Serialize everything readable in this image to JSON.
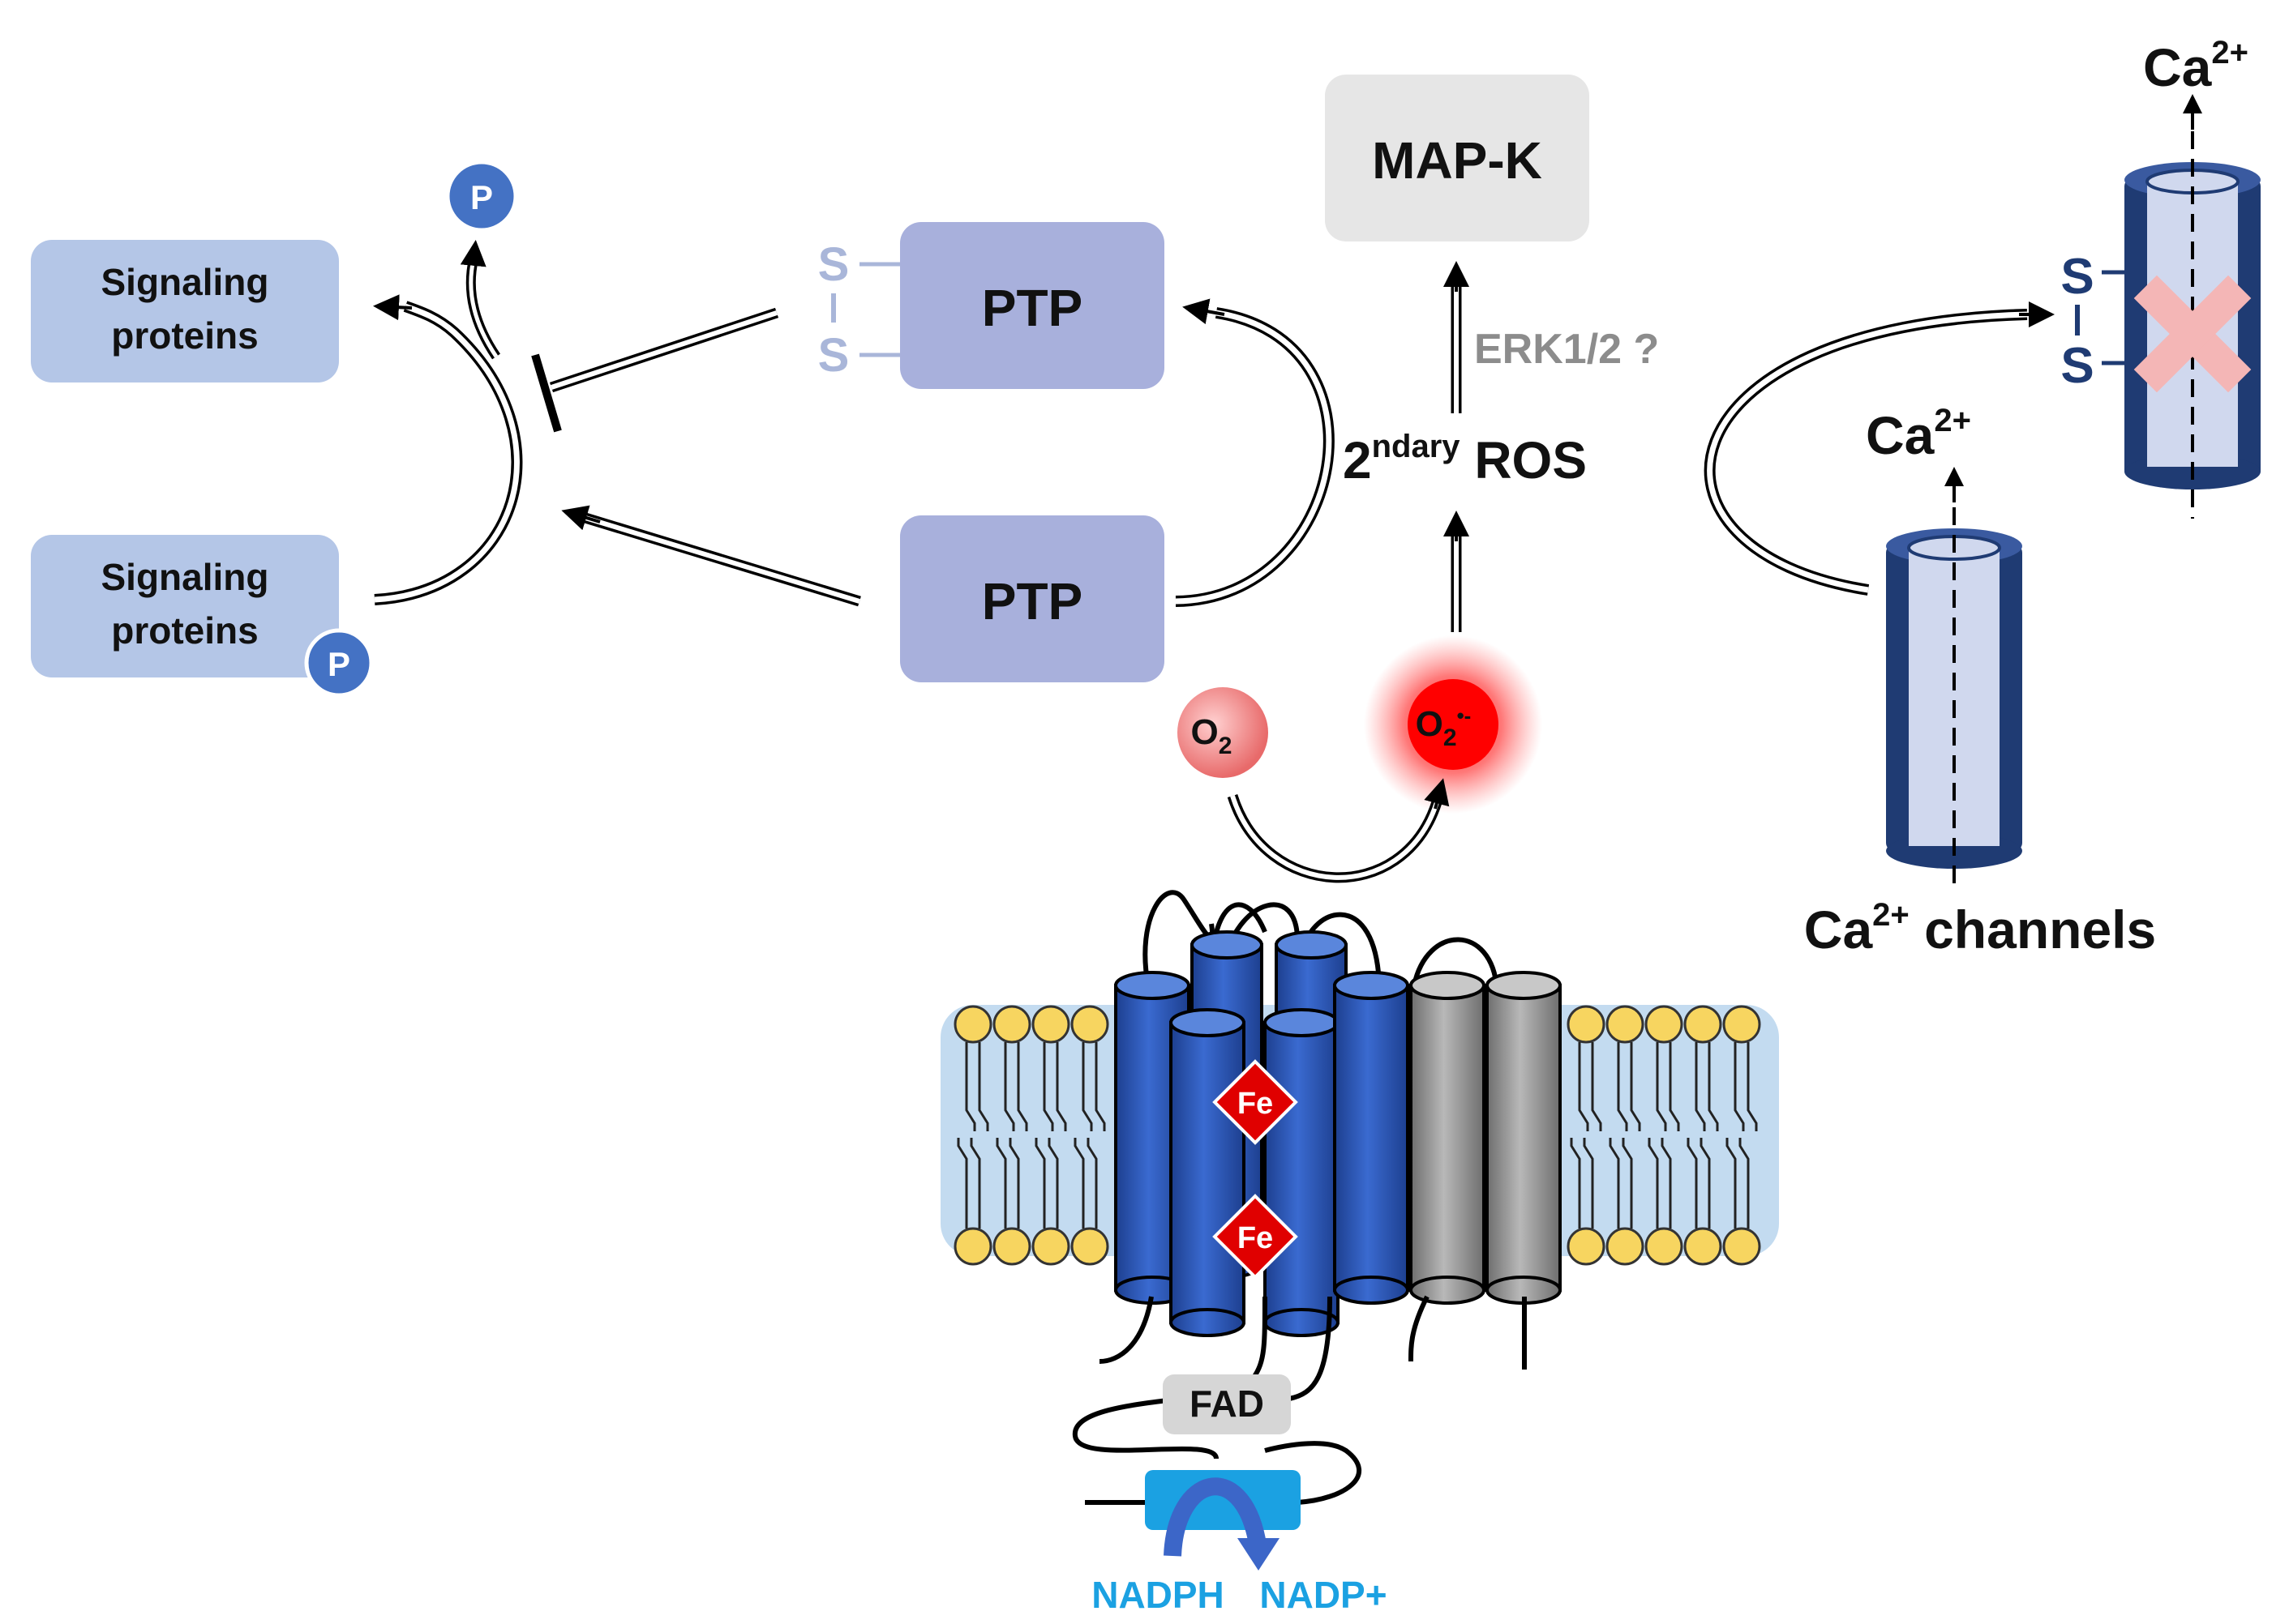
{
  "labels": {
    "signaling_top_line1": "Signaling",
    "signaling_top_line2": "proteins",
    "signaling_bottom_line1": "Signaling",
    "signaling_bottom_line2": "proteins",
    "phospho": "P",
    "ptp_oxidized": "PTP",
    "ptp_active": "PTP",
    "sulfur": "S",
    "mapk": "MAP-K",
    "erk": "ERK1/2 ?",
    "ros_prefix": "2",
    "ros_sup": "ndary",
    "ros_suffix": " ROS",
    "o2": "O",
    "o2_sub": "2",
    "superoxide": "O",
    "superoxide_sub": "2",
    "superoxide_sup": "•-",
    "fe": "Fe",
    "fad": "FAD",
    "nadph": "NADPH",
    "nadp": "NADP+",
    "ca": "Ca",
    "ca_sup": "2+",
    "ca_channels_suffix": " channels"
  },
  "colors": {
    "signaling_box": "#b4c6e7",
    "ptp_box": "#a8b0dc",
    "mapk_box": "#e6e6e6",
    "phospho_circle": "#4472c4",
    "disulfide_faded": "#a9b6d9",
    "channel_outer": "#1f3b73",
    "channel_inner": "#d0d8ee",
    "helix_blue": "#2f5cb8",
    "helix_gray": "#9a9a9a",
    "fe_red": "#e00000",
    "lipid_head": "#f7d560",
    "membrane_bg": "#bdd7ee",
    "nadph_blue": "#1ba1e2",
    "o2_pink": "#f28b8b",
    "superoxide_red": "#ff0000",
    "block_x": "#f4b6b6",
    "erk_gray": "#8c8c8c"
  }
}
